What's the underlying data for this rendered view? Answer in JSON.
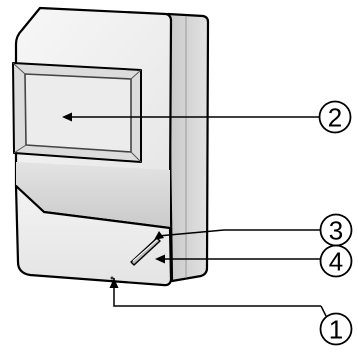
{
  "callouts": [
    {
      "label": "1"
    },
    {
      "label": "2"
    },
    {
      "label": "3"
    },
    {
      "label": "4"
    }
  ],
  "colors": {
    "outline": "#000000",
    "housing_light": "#f4f4f4",
    "housing_mid": "#e8e8e8",
    "housing_shadow": "#d2d2d2",
    "housing_dark": "#c2c2c2",
    "side_panel": "#cfcfcf",
    "window_frame": "#dedede",
    "window_face": "#ededed"
  }
}
